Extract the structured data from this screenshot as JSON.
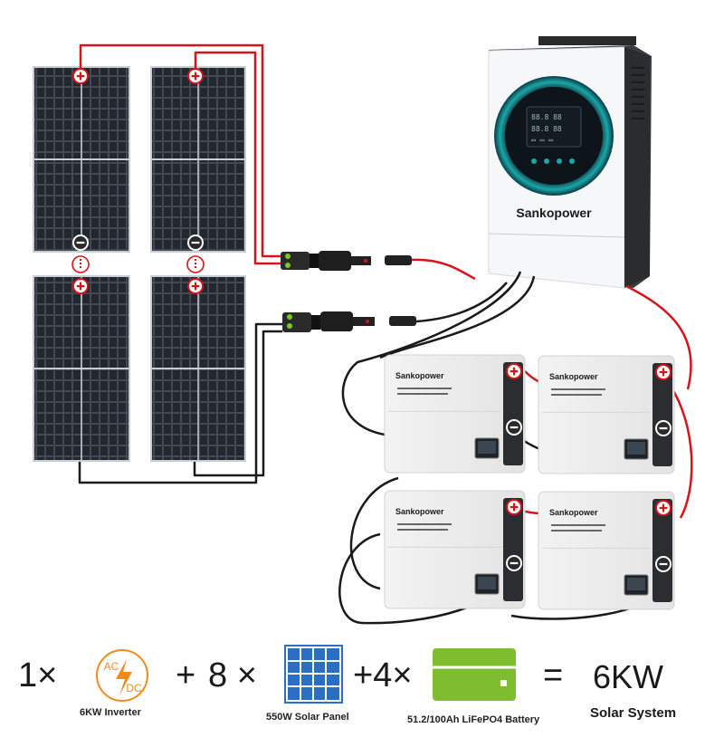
{
  "brand": "Sankopower",
  "formula": {
    "inverter_qty": "1×",
    "inverter_icon_ac": "AC",
    "inverter_icon_dc": "DC",
    "inverter_caption": "6KW Inverter",
    "plus1": "+",
    "panel_qty": "8 ×",
    "panel_caption": "550W Solar Panel",
    "battery_qty": "+4×",
    "battery_caption": "51.2/100Ah LiFePO4 Battery",
    "equals": "=",
    "result": "6KW",
    "result_caption": "Solar System"
  },
  "colors": {
    "positive_wire": "#d7141a",
    "negative_wire": "#1a1a1a",
    "inverter_accent": "#1aa7a8",
    "icon_orange": "#f08a1c",
    "icon_blue": "#2a6fc4",
    "icon_green": "#7dbd2f"
  },
  "icons": {
    "terminal_positive": "plus-terminal-icon",
    "terminal_negative": "minus-terminal-icon",
    "inverter": "ac-dc-inverter-icon",
    "panel": "solar-panel-icon",
    "battery": "battery-icon"
  }
}
